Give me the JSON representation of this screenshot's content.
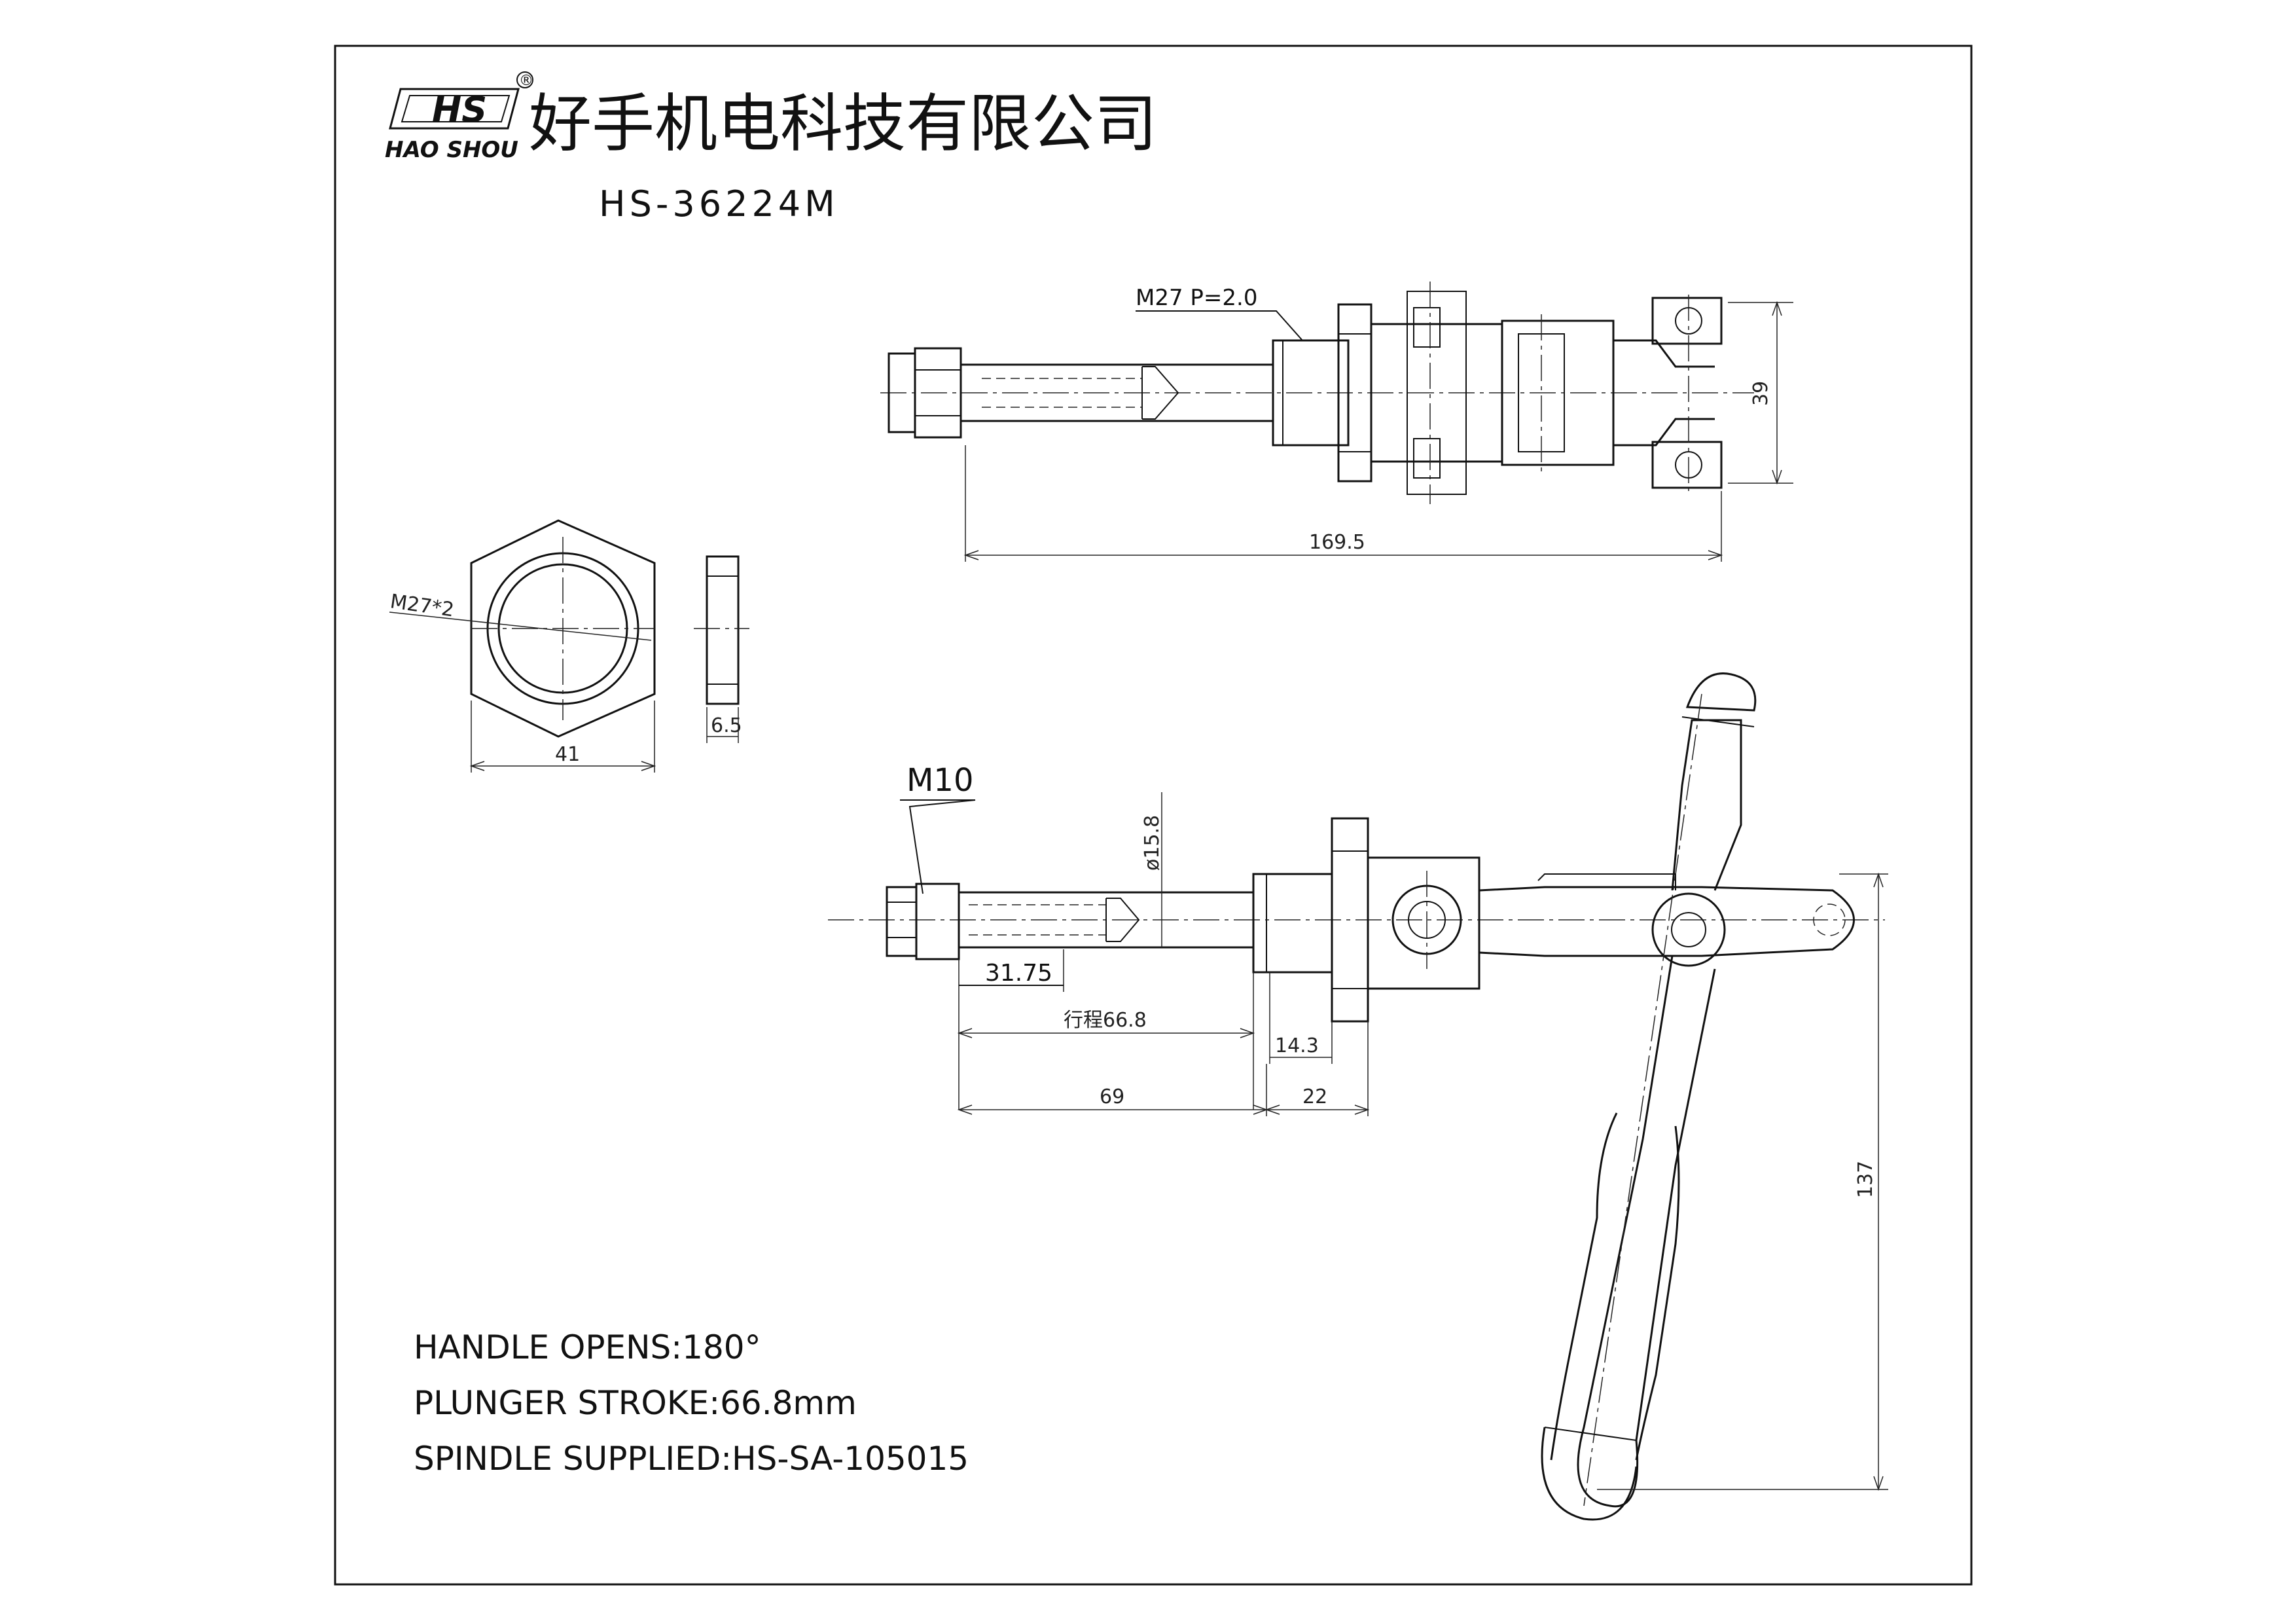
{
  "company": {
    "logo_text": "HS",
    "brand": "HAO SHOU",
    "registered_mark": "®",
    "name_cn": "好手机电科技有限公司"
  },
  "model": "HS-36224M",
  "top_view": {
    "thread_label": "M27  P=2.0",
    "dim_height": "39",
    "dim_length": "169.5"
  },
  "nut_view": {
    "thread_label": "M27*2",
    "dim_width": "41",
    "dim_thickness": "6.5"
  },
  "side_view": {
    "thread_label": "M10",
    "dim_diameter": "ø15.8",
    "dim_thread_length": "31.75",
    "dim_stroke": "行程66.8",
    "dim_body": "14.3",
    "dim_base": "69",
    "dim_nut_offset": "22",
    "dim_handle_height": "137"
  },
  "notes": [
    "HANDLE  OPENS:180°",
    "PLUNGER  STROKE:66.8mm",
    "SPINDLE  SUPPLIED:HS-SA-105015"
  ]
}
